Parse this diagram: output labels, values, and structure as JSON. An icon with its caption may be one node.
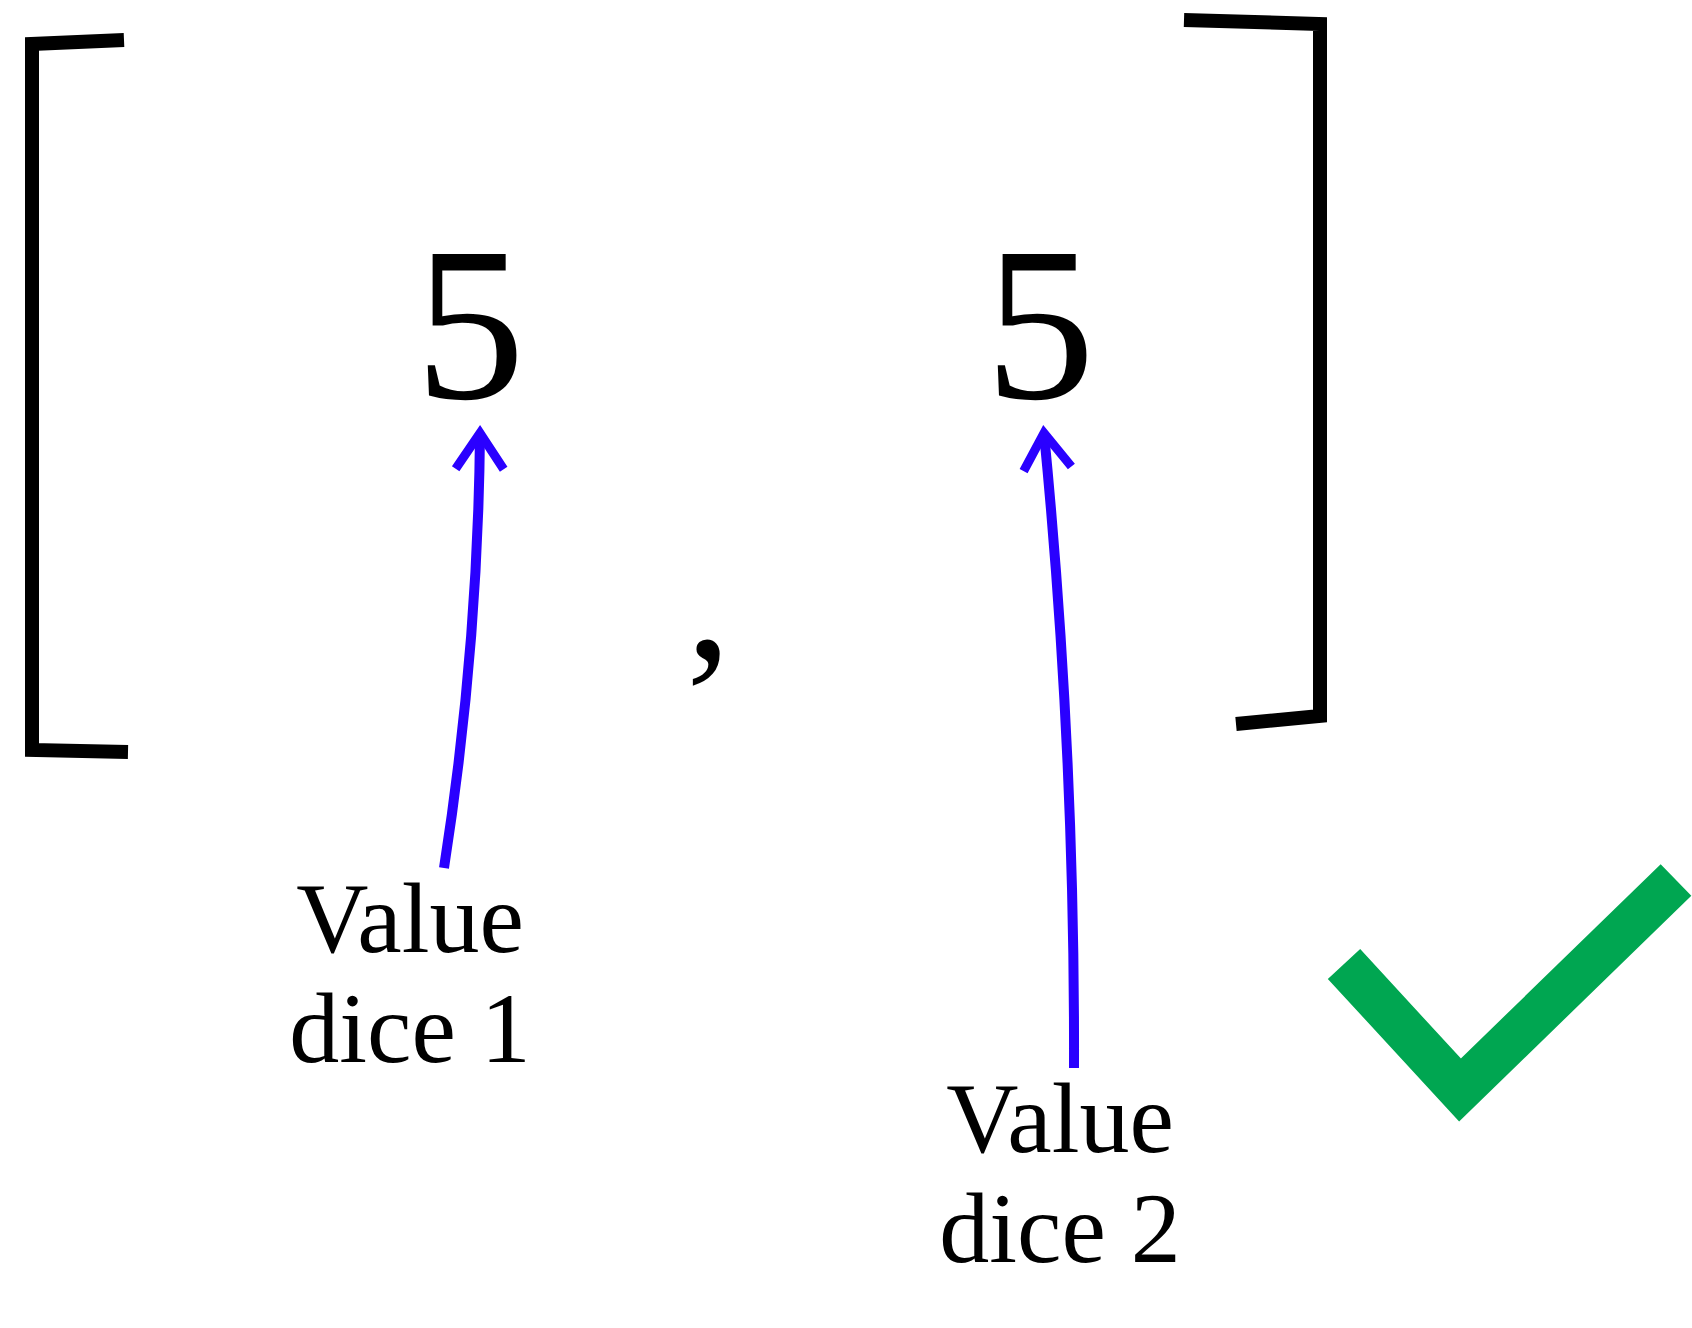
{
  "diagram": {
    "nodes": [
      {
        "text": [
          "5"
        ]
      },
      {
        "text": [
          "5"
        ]
      },
      {
        "text": [
          "Value dice 1"
        ]
      },
      {
        "text": [
          "Value dice 2"
        ]
      }
    ],
    "edges": [
      {
        "from": 2,
        "to": 0,
        "arrow": "to",
        "color": "#2a00ff"
      },
      {
        "from": 3,
        "to": 1,
        "arrow": "to",
        "color": "#2a00ff"
      }
    ],
    "labels": [
      ","
    ]
  }
}
